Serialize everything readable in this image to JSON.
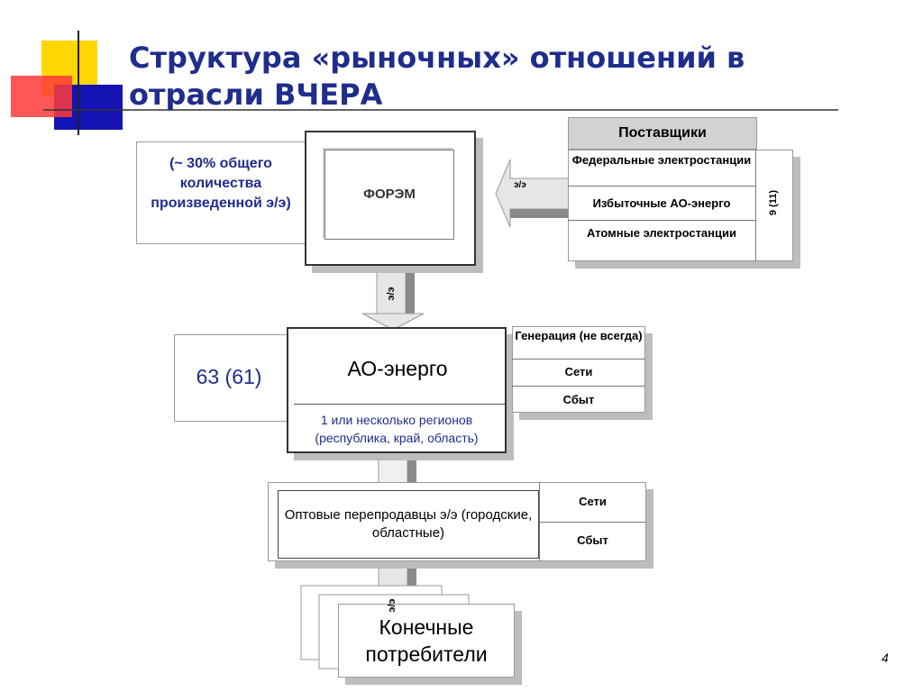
{
  "title": "Структура «рыночных» отношений в отрасли ВЧЕРА",
  "share_box": "(~ 30% общего количества произведенной э/э)",
  "forem": "ФОРЭМ",
  "flow_label": "э/э",
  "suppliers": {
    "header": "Поставщики",
    "items": [
      "Федеральные электростанции",
      "Избыточные АО-энерго",
      "Атомные электростанции"
    ],
    "count": "9 (11)"
  },
  "ao_count": "63 (61)",
  "ao_energo": "АО-энерго",
  "ao_regions": "1 или несколько регионов (республика, край, область)",
  "ao_functions": [
    "Генерация (не всегда)",
    "Сети",
    "Сбыт"
  ],
  "resellers": "Оптовые перепродавцы э/э (городские, областные)",
  "reseller_functions": [
    "Сети",
    "Сбыт"
  ],
  "consumers": "Конечные потребители",
  "page_number": "4"
}
